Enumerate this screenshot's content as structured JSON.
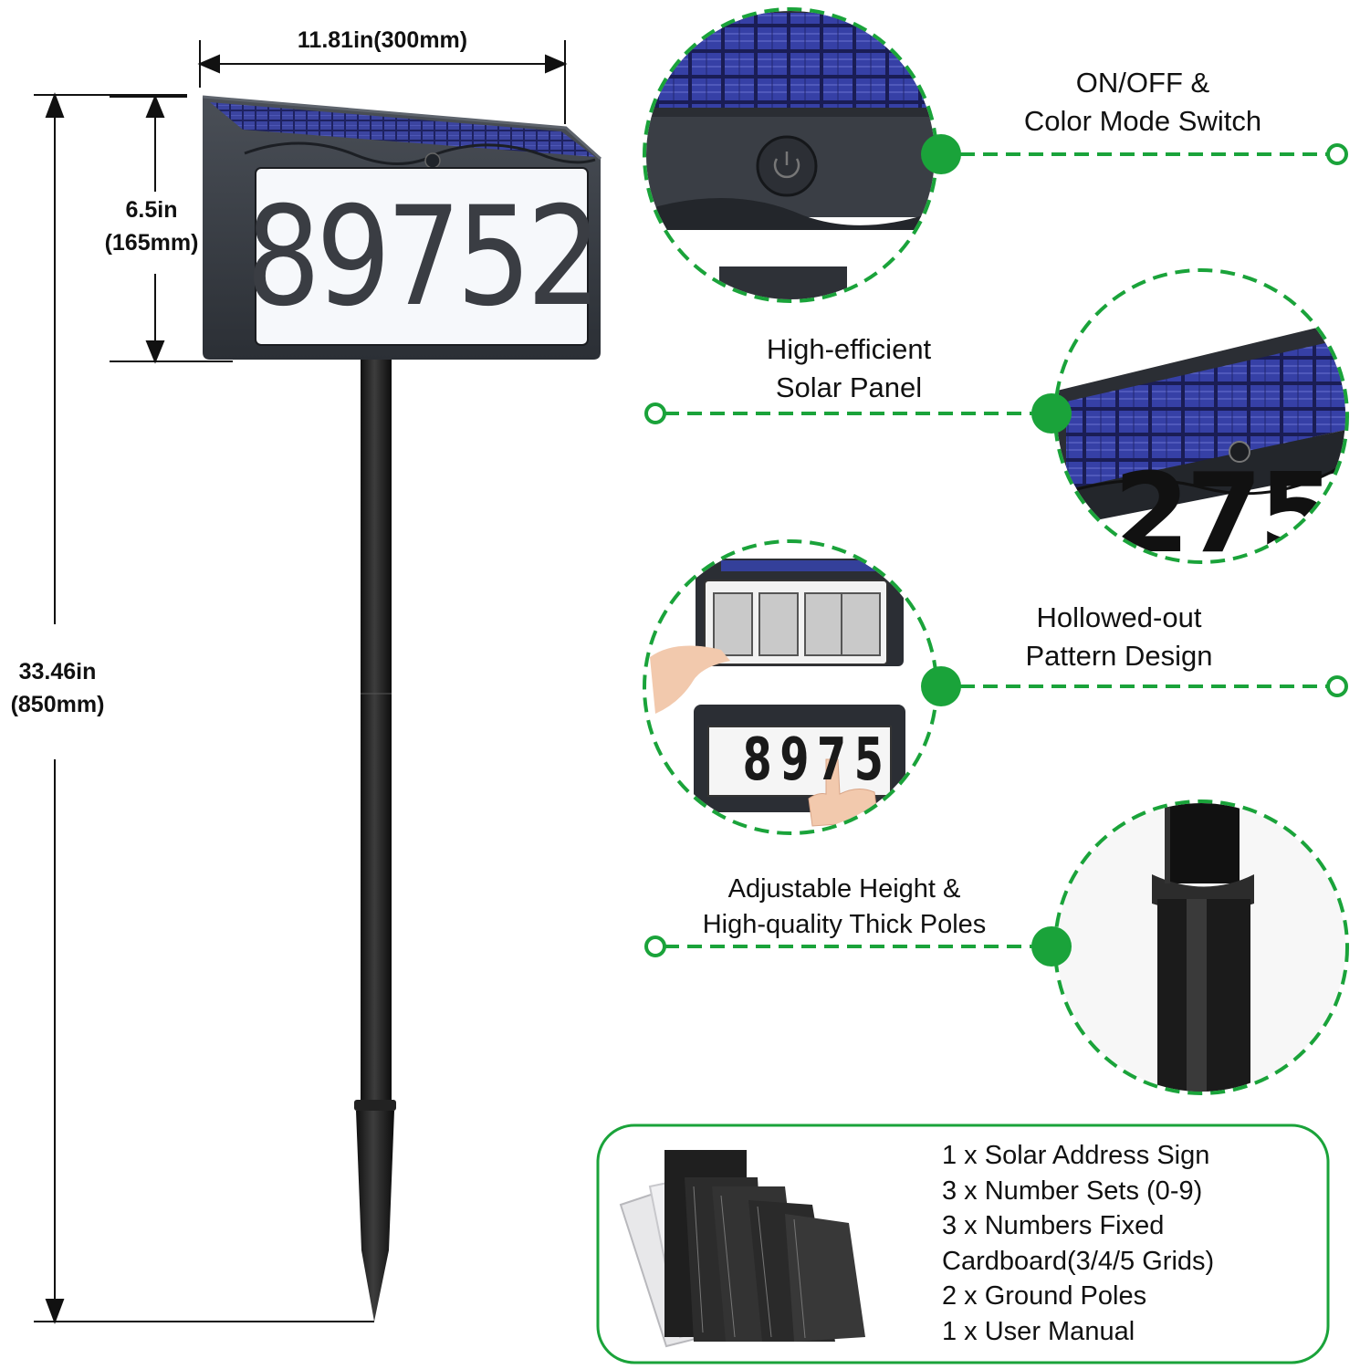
{
  "dimensions": {
    "width": "11.81in(300mm)",
    "sign_height": [
      "6.5in",
      "(165mm)"
    ],
    "total_height": [
      "33.46in",
      "(850mm)"
    ]
  },
  "sign": {
    "address_number": "89752"
  },
  "features": [
    {
      "id": "switch",
      "lines": [
        "ON/OFF &",
        "Color Mode Switch"
      ]
    },
    {
      "id": "solar",
      "lines": [
        "High-efficient",
        "Solar Panel"
      ]
    },
    {
      "id": "pattern",
      "lines": [
        "Hollowed-out",
        "Pattern Design"
      ]
    },
    {
      "id": "poles",
      "lines": [
        "Adjustable Height &",
        "High-quality Thick Poles"
      ]
    }
  ],
  "detail_digits": {
    "pattern_insert": "8975",
    "solar_closeup": "275"
  },
  "package": {
    "items": [
      "1 x Solar Address Sign",
      "3 x Number Sets (0-9)",
      "3 x Numbers Fixed",
      "Cardboard(3/4/5 Grids)",
      "2 x Ground Poles",
      "1 x User Manual"
    ]
  },
  "colors": {
    "accent_green": "#1aa33a",
    "sign_body": "#3a3f46",
    "solar_cell": "#2b2f7a"
  },
  "icons": [
    "power-button-icon",
    "dimension-arrow-icon"
  ]
}
